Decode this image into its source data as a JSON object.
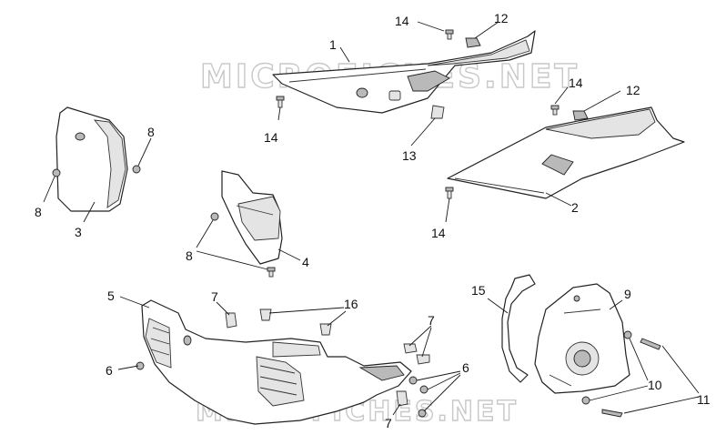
{
  "watermark": {
    "top": "MICROFICHES.NET",
    "bottom": "MICROFICHES.NET"
  },
  "callouts": {
    "c1": "1",
    "c2": "2",
    "c3": "3",
    "c4": "4",
    "c5": "5",
    "c6a": "6",
    "c6b": "6",
    "c7a": "7",
    "c7b": "7",
    "c7c": "7",
    "c8a": "8",
    "c8b": "8",
    "c8c": "8",
    "c9": "9",
    "c10": "10",
    "c11": "11",
    "c12a": "12",
    "c12b": "12",
    "c13": "13",
    "c14a": "14",
    "c14b": "14",
    "c14c": "14",
    "c14d": "14",
    "c15": "15",
    "c16": "16"
  }
}
